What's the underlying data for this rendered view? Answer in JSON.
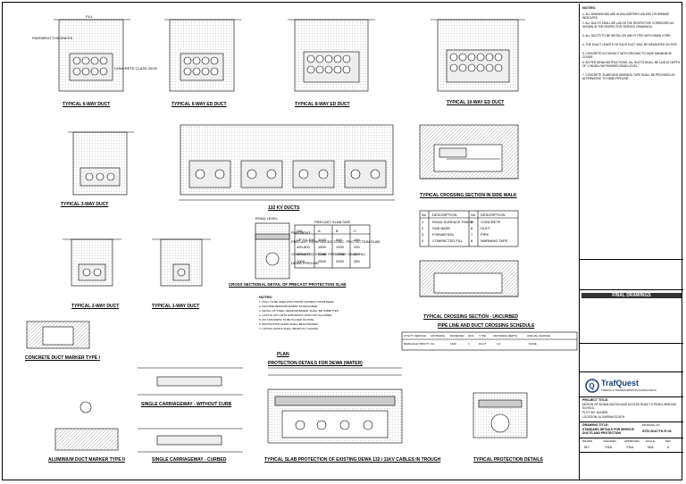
{
  "details": {
    "six_way_duct": "TYPICAL 6-WAY DUCT",
    "six_way_ed_duct": "TYPICAL 6-WAY ED DUCT",
    "eight_way_ed_duct": "TYPICAL 8-WAY ED DUCT",
    "ten_way_ed_duct": "TYPICAL 10-WAY ED DUCT",
    "three_way_duct": "TYPICAL 3-WAY DUCT",
    "kv132_ducts": "132 KV DUCTS",
    "crossing_inside_walk": "TYPICAL CROSSING SECTION IN SIDE WALK",
    "two_way_duct": "TYPICAL 2-WAY DUCT",
    "one_way_duct": "TYPICAL 1-WAY DUCT",
    "cross_sectional": "CROSS SECTIONAL DETAIL OF PRECAST PROTECTION SLAB",
    "crossing_uncurbed": "TYPICAL CROSSING SECTION - UNCURBED",
    "crossing_schedule": "PIPE LINE AND DUCT CROSSING SCHEDULE",
    "protection_dewa": "PROTECTION DETAILS FOR DEWA (WATER)",
    "plan": "PLAN",
    "marker_1": "CONCRETE DUCT MARKER TYPE I",
    "marker_2": "ALUMINIUM DUCT MARKER TYPE II",
    "carriageway_no_curb": "SINGLE CARRIAGEWAY - WITHOUT CURB",
    "carriageway_curbed": "SINGLE CARRIAGEWAY - CURBED",
    "slab_protection": "TYPICAL SLAB PROTECTION OF EXISTING DEWA 132 / 11KV CABLES IN TROUGH",
    "protection_details": "TYPICAL PROTECTION DETAILS"
  },
  "labels": {
    "fill": "FILL",
    "pavement_thickness": "PAVEMENT THICKNESS",
    "concrete_class": "CONCRETE CLASS 20/20",
    "ground_level": "ROAD LEVEL",
    "pavement": "PAVEMENT",
    "precast_slab": "PRECAST REINFORCED CONC. PROTECTION SLAB",
    "compacted_fill": "COMPACTED STONE FREE FINE SAND FILL",
    "dewa_pipe": "DEWA PIPELINE",
    "precast_slab_size": "PRECAST SLAB SIZE",
    "plan_label": "PLAN"
  },
  "slab_table": {
    "headers": [
      "DIA",
      "A",
      "B",
      "C"
    ],
    "rows": [
      [
        "UP TO 300",
        "1000",
        "600",
        "150"
      ],
      [
        "400-600",
        "1500",
        "1000",
        "200"
      ],
      [
        "700-900",
        "2000",
        "1500",
        "200"
      ],
      [
        "1000",
        "2500",
        "2000",
        "250"
      ]
    ]
  },
  "crossing_table": {
    "headers": [
      "No",
      "DESCRIPTION",
      "No",
      "DESCRIPTION"
    ],
    "rows": [
      [
        "1",
        "ROAD SURFACE FINISH",
        "5",
        "CONCRETE"
      ],
      [
        "2",
        "SUB BASE",
        "6",
        "DUCT"
      ],
      [
        "3",
        "FORMATION",
        "7",
        "PIPE"
      ],
      [
        "4",
        "COMPACTED FILL",
        "8",
        "WARNING TAPE"
      ]
    ]
  },
  "schedule": {
    "headers": [
      "UTILITY SERVICE",
      "CROSSING",
      "DIAMETER",
      "NOS",
      "TYPE",
      "CROSSING DEPTH",
      "ANNUAL CHANGE"
    ],
    "rows": [
      [
        "DEWA ELECTRICITY",
        "CH",
        "1200",
        "1",
        "DUCT",
        "1.0",
        "NONE"
      ]
    ]
  },
  "notes": {
    "heading": "NOTES:",
    "items": [
      "1. ALL DIMENSIONS ARE IN MILLIMETERS UNLESS OTHERWISE INDICATED.",
      "2. ALL DUCTS SHALL BE LAID IN THE RESPECTIVE CORRIDORS AS SHOWN IN THE RESPECTIVE SERVICE DRAWINGS.",
      "3. ALL DUCTS TO BE INSTALLED AND FITTED WITH DRAW CORD.",
      "4. THE EXACT LENGTH OF EACH DUCT WILL BE MEASURED ON SITE.",
      "5. CONCRETE IN CONTACT WITH GROUND TO HAVE MINIMUM 50 COVER.",
      "6. AS PER DEWA INSTRUCTIONS, ALL DUCTS SHALL BE LAID AT DEPTH OF 1.0M BELOW FINISHED ROAD LEVEL.",
      "7. CONCRETE SLABS AND WARNING TAPE SHALL BE PROVIDED AS ALTERNATIVE TO HAND PIPELINE."
    ]
  },
  "slab_notes": {
    "heading": "NOTES:",
    "items": [
      "1. ONLY TO BE USED WITH PRIOR CONSENT FROM DEWA.",
      "2. PROVIDE REINFORCEMENT AS REQUIRED.",
      "3. DETAIL OF STEEL REINFORCEMENT SHALL BE SUBMITTED.",
      "4. CAST IN SITU WITH EXPANSION JOINT NOT ALLOWED.",
      "5. NO CONCRETE TO BE PLACED ON PIPE.",
      "6. PROTECTION SLABS SHALL BE EXTENDED.",
      "7. LIFTING HOOKS SHALL BE EPOXY COATED."
    ]
  },
  "title_block": {
    "banner": "FINAL DRAWINGS",
    "company": "TrafQuest",
    "company_sub": "TRAFFIC & TRANSPORTATION CONSULTANTS",
    "project_label": "PROJECT TITLE:",
    "project": "DESIGN OF SIGNALISATION AND ACCESS ROAD TO PEARL WISDOM SCHOOL",
    "plot": "PLOT NO: 6124505",
    "location": "LOCATION: AL BARSHA SOUTH",
    "drawing_title_label": "DRAWING TITLE:",
    "drawing_title": "STANDARD DETAILS FOR SERVICE DUCTS AND PROTECTION",
    "drawing_no_label": "DRAWING NO.",
    "drawing_no": "STD-DUCTS-P-01",
    "scale_label": "SCALE",
    "scale": "N/A",
    "drawn_label": "DRAWN",
    "drawn": "MY",
    "checked_label": "CHECKED",
    "checked": "YSA",
    "approved_label": "APPROVED",
    "approved": "YSA",
    "rev_label": "REV",
    "rev": "0"
  }
}
